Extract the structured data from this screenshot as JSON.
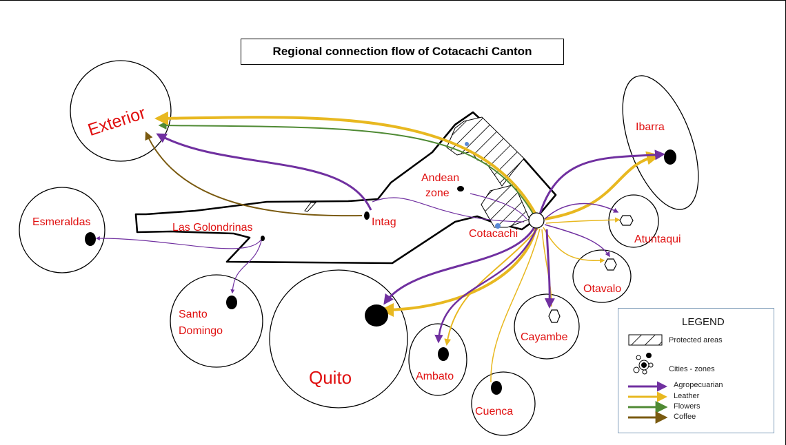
{
  "title": "Regional connection flow of Cotacachi Canton",
  "places": {
    "exterior": "Exterior",
    "ibarra": "Ibarra",
    "esmeraldas": "Esmeraldas",
    "las_golondrinas": "Las Golondrinas",
    "intag": "Intag",
    "andean_zone_line1": "Andean",
    "andean_zone_line2": "zone",
    "cotacachi": "Cotacachi",
    "atuntaqui": "Atuntaqui",
    "otavalo": "Otavalo",
    "cayambe": "Cayambe",
    "santo_domingo_line1": "Santo",
    "santo_domingo_line2": "Domingo",
    "quito": "Quito",
    "ambato": "Ambato",
    "cuenca": "Cuenca"
  },
  "legend": {
    "title": "LEGEND",
    "protected_areas": "Protected areas",
    "cities_zones": "Cities - zones",
    "flows": [
      {
        "label": "Agropecuarian",
        "color": "#7030a0"
      },
      {
        "label": "Leather",
        "color": "#e8b820"
      },
      {
        "label": "Flowers",
        "color": "#4f8a34"
      },
      {
        "label": "Coffee",
        "color": "#7a5a10"
      }
    ]
  },
  "colors": {
    "agropecuarian": "#7030a0",
    "leather": "#e8b820",
    "flowers": "#4f8a34",
    "coffee": "#7a5a10",
    "place_label": "#e01010"
  }
}
